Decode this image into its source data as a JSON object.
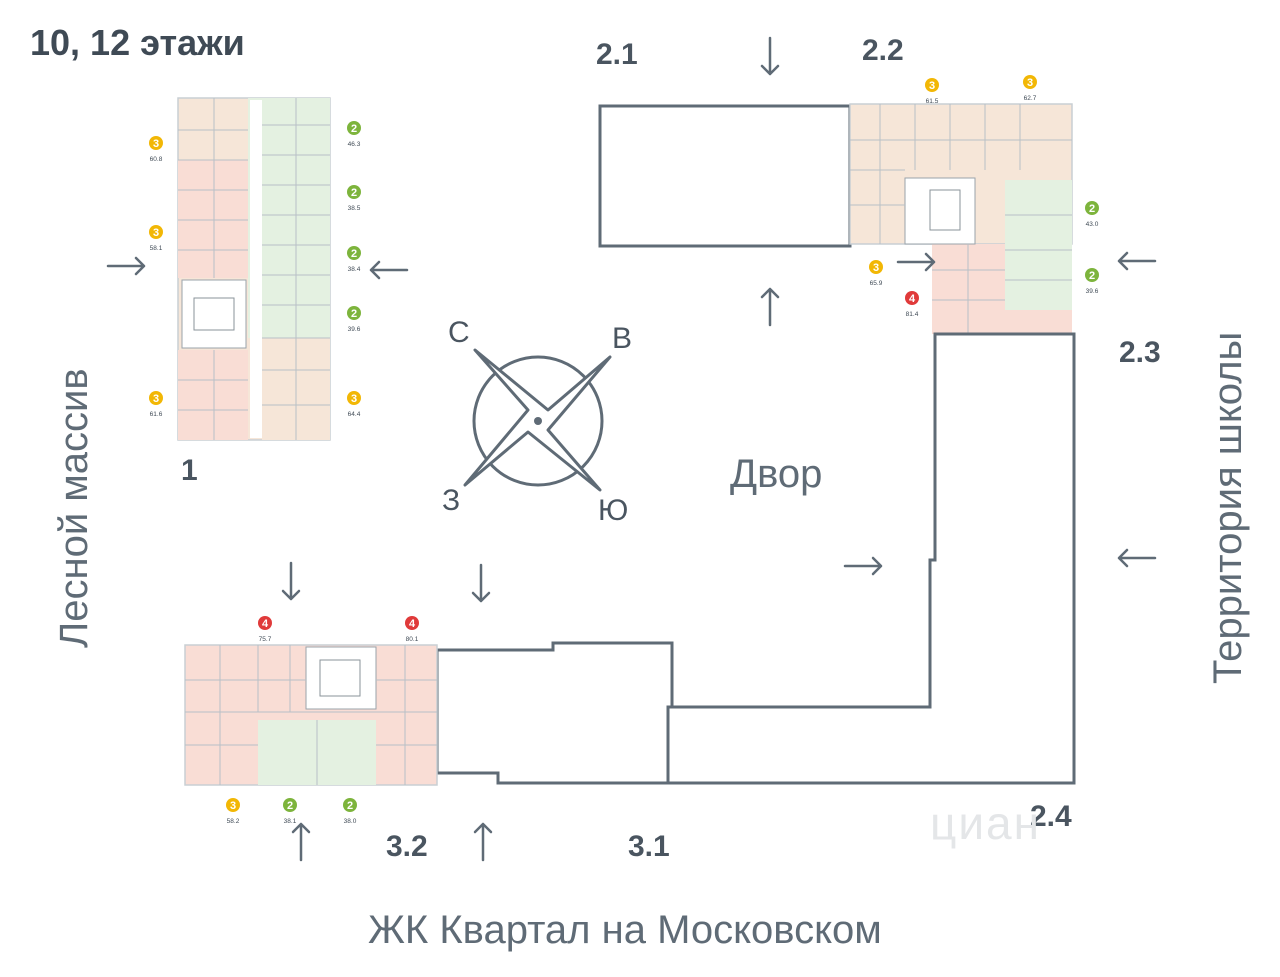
{
  "title": "10, 12 этажи",
  "buildings": [
    {
      "id": "b1",
      "label": "1"
    },
    {
      "id": "b21",
      "label": "2.1"
    },
    {
      "id": "b22",
      "label": "2.2"
    },
    {
      "id": "b23",
      "label": "2.3"
    },
    {
      "id": "b24",
      "label": "2.4"
    },
    {
      "id": "b31",
      "label": "3.1"
    },
    {
      "id": "b32",
      "label": "3.2"
    }
  ],
  "areas": {
    "courtyard": "Двор",
    "forest": "Лесной массив",
    "school": "Территория школы",
    "complex": "ЖК Квартал на Московском"
  },
  "compass": {
    "n": "С",
    "e": "В",
    "s": "Ю",
    "w": "З"
  },
  "watermark": "циан",
  "room_colors": {
    "1": "#e8e8e8",
    "2": "#7db43c",
    "3": "#f2b705",
    "4": "#e03a3a"
  },
  "fill_colors": {
    "2": "#e4f1e1",
    "3": "#f6e6d8",
    "4": "#f9ddd5"
  },
  "apartments": [
    {
      "rooms": "3",
      "area": "60.8"
    },
    {
      "rooms": "3",
      "area": "58.1"
    },
    {
      "rooms": "3",
      "area": "61.6"
    },
    {
      "rooms": "2",
      "area": "46.3"
    },
    {
      "rooms": "2",
      "area": "38.5"
    },
    {
      "rooms": "2",
      "area": "38.4"
    },
    {
      "rooms": "2",
      "area": "39.6"
    },
    {
      "rooms": "3",
      "area": "64.4"
    },
    {
      "rooms": "3",
      "area": "61.5"
    },
    {
      "rooms": "3",
      "area": "62.7"
    },
    {
      "rooms": "2",
      "area": "43.0"
    },
    {
      "rooms": "2",
      "area": "39.6"
    },
    {
      "rooms": "3",
      "area": "65.9"
    },
    {
      "rooms": "4",
      "area": "81.4"
    },
    {
      "rooms": "4",
      "area": "75.7"
    },
    {
      "rooms": "4",
      "area": "80.1"
    },
    {
      "rooms": "3",
      "area": "58.2"
    },
    {
      "rooms": "2",
      "area": "38.1"
    },
    {
      "rooms": "2",
      "area": "38.0"
    }
  ]
}
